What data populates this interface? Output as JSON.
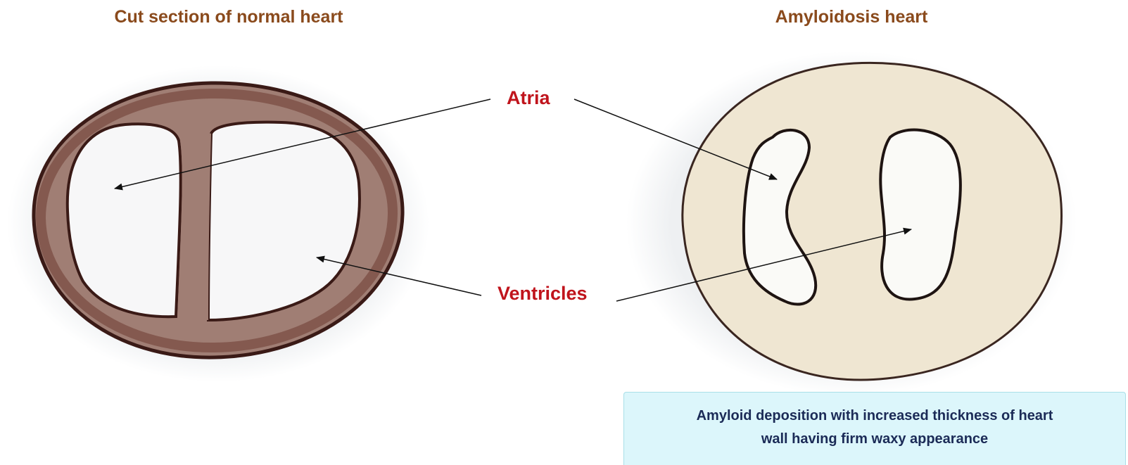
{
  "titles": {
    "left": "Cut section of normal heart",
    "right": "Amyloidosis heart"
  },
  "labels": {
    "atria": "Atria",
    "ventricles": "Ventricles"
  },
  "note": {
    "line1": "Amyloid deposition with increased thickness of heart",
    "line2": "wall having firm waxy appearance"
  },
  "colors": {
    "title": "#8a4a1c",
    "label": "#c0141c",
    "heart_wall_normal": "#6e3a32",
    "heart_outline": "#3a1a16",
    "amyloid_tissue": "#efe6d2",
    "note_background": "#dcf6fb",
    "note_text": "#1b2b57"
  }
}
